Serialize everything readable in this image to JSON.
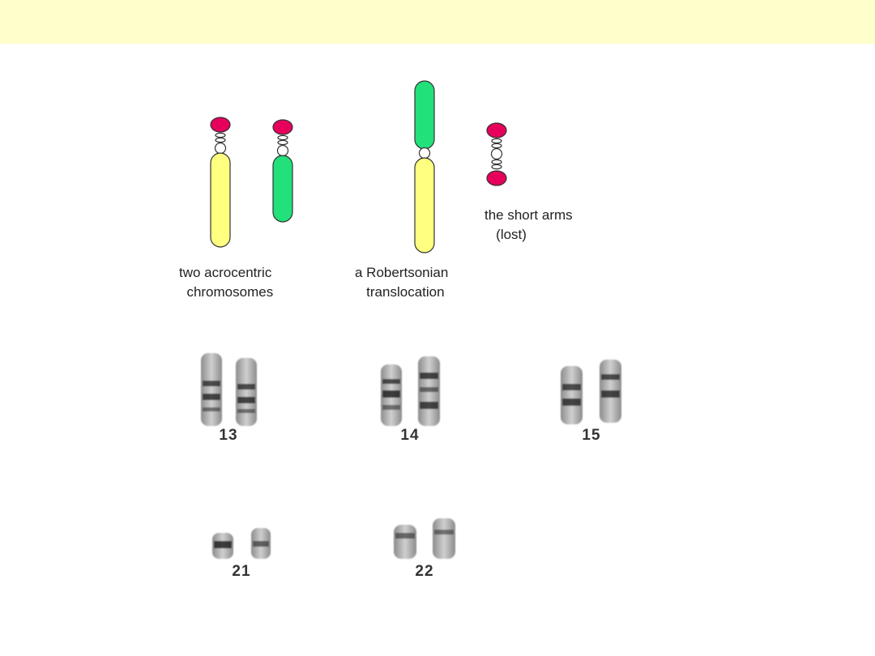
{
  "colors": {
    "title_band": "#ffffcc",
    "satellite": "#e6005c",
    "yellow_arm": "#ffff80",
    "green_arm": "#22e07a",
    "outline": "#333333"
  },
  "labels": {
    "acrocentric": "two acrocentric\n  chromosomes",
    "robertsonian": "a Robertsonian\n   translocation",
    "short_arms": "the short arms\n   (lost)"
  },
  "karyotype": {
    "pairs": [
      {
        "number": "13"
      },
      {
        "number": "14"
      },
      {
        "number": "15"
      },
      {
        "number": "21"
      },
      {
        "number": "22"
      }
    ]
  }
}
